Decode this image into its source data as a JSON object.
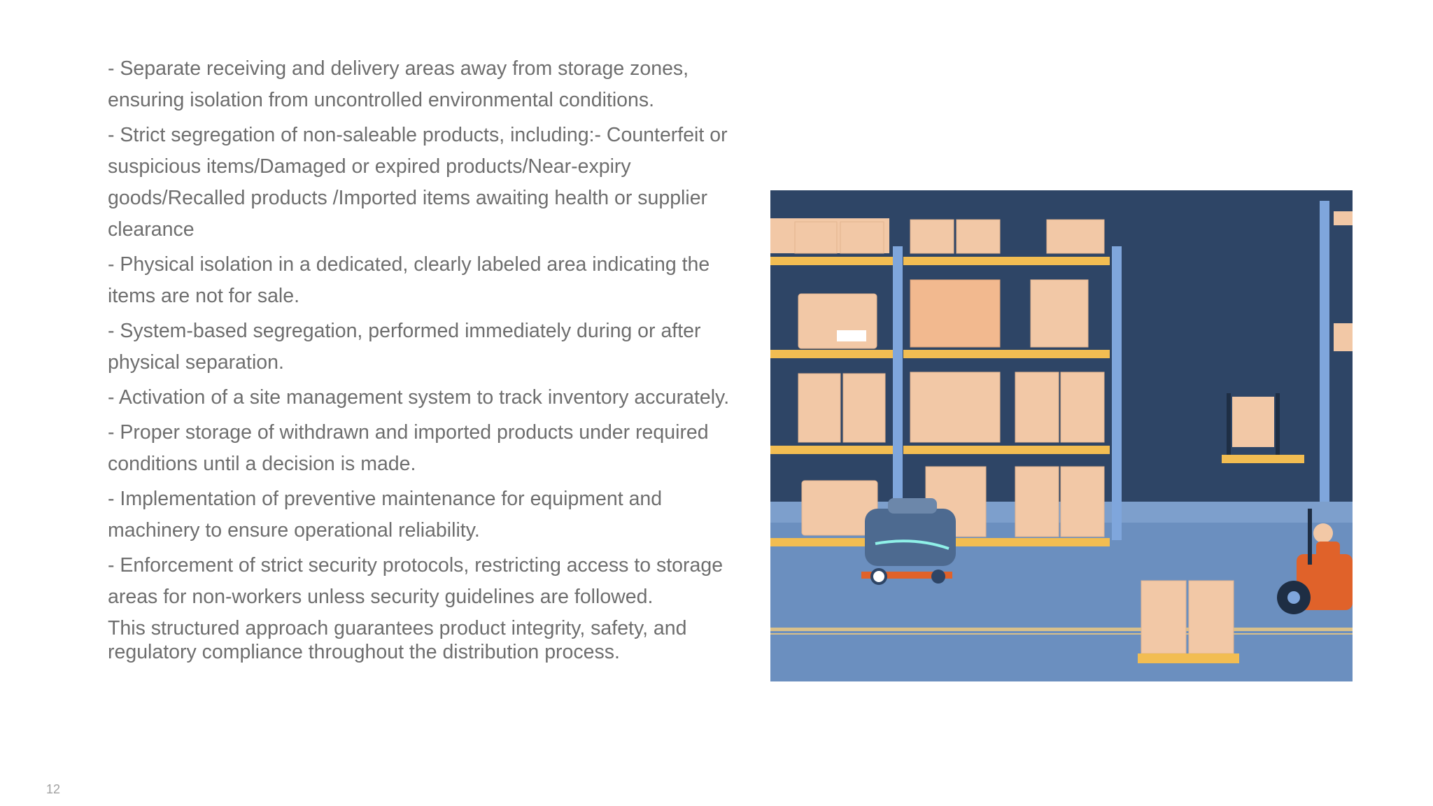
{
  "content": {
    "paragraphs": [
      "- Separate receiving and delivery areas away from storage zones, ensuring isolation from uncontrolled environmental conditions.",
      "- Strict segregation of non-saleable products, including:- Counterfeit or suspicious items/Damaged or expired products/Near-expiry goods/Recalled products /Imported items awaiting health or supplier clearance",
      "- Physical isolation in a dedicated, clearly labeled area indicating the items are not for sale.",
      "- System-based segregation, performed immediately during or after physical separation.",
      "- Activation of a site management system to track inventory accurately.",
      "- Proper storage of withdrawn and imported products under required conditions until a decision is made.",
      "- Implementation of preventive maintenance for equipment and machinery to ensure operational reliability.",
      "- Enforcement of strict security protocols, restricting access to storage areas for non-workers unless security guidelines are followed."
    ],
    "closing": "This structured approach guarantees product integrity, safety, and regulatory compliance throughout the distribution process."
  },
  "footer": {
    "page_number": "12"
  },
  "colors": {
    "text": "#6e6e6e",
    "wall": "#2e4566",
    "floor": "#6b8fbf",
    "shelf_beam": "#f2bd52",
    "box": "#f2c8a6",
    "rack_post": "#7fa6dc",
    "forklift": "#e0622a"
  }
}
